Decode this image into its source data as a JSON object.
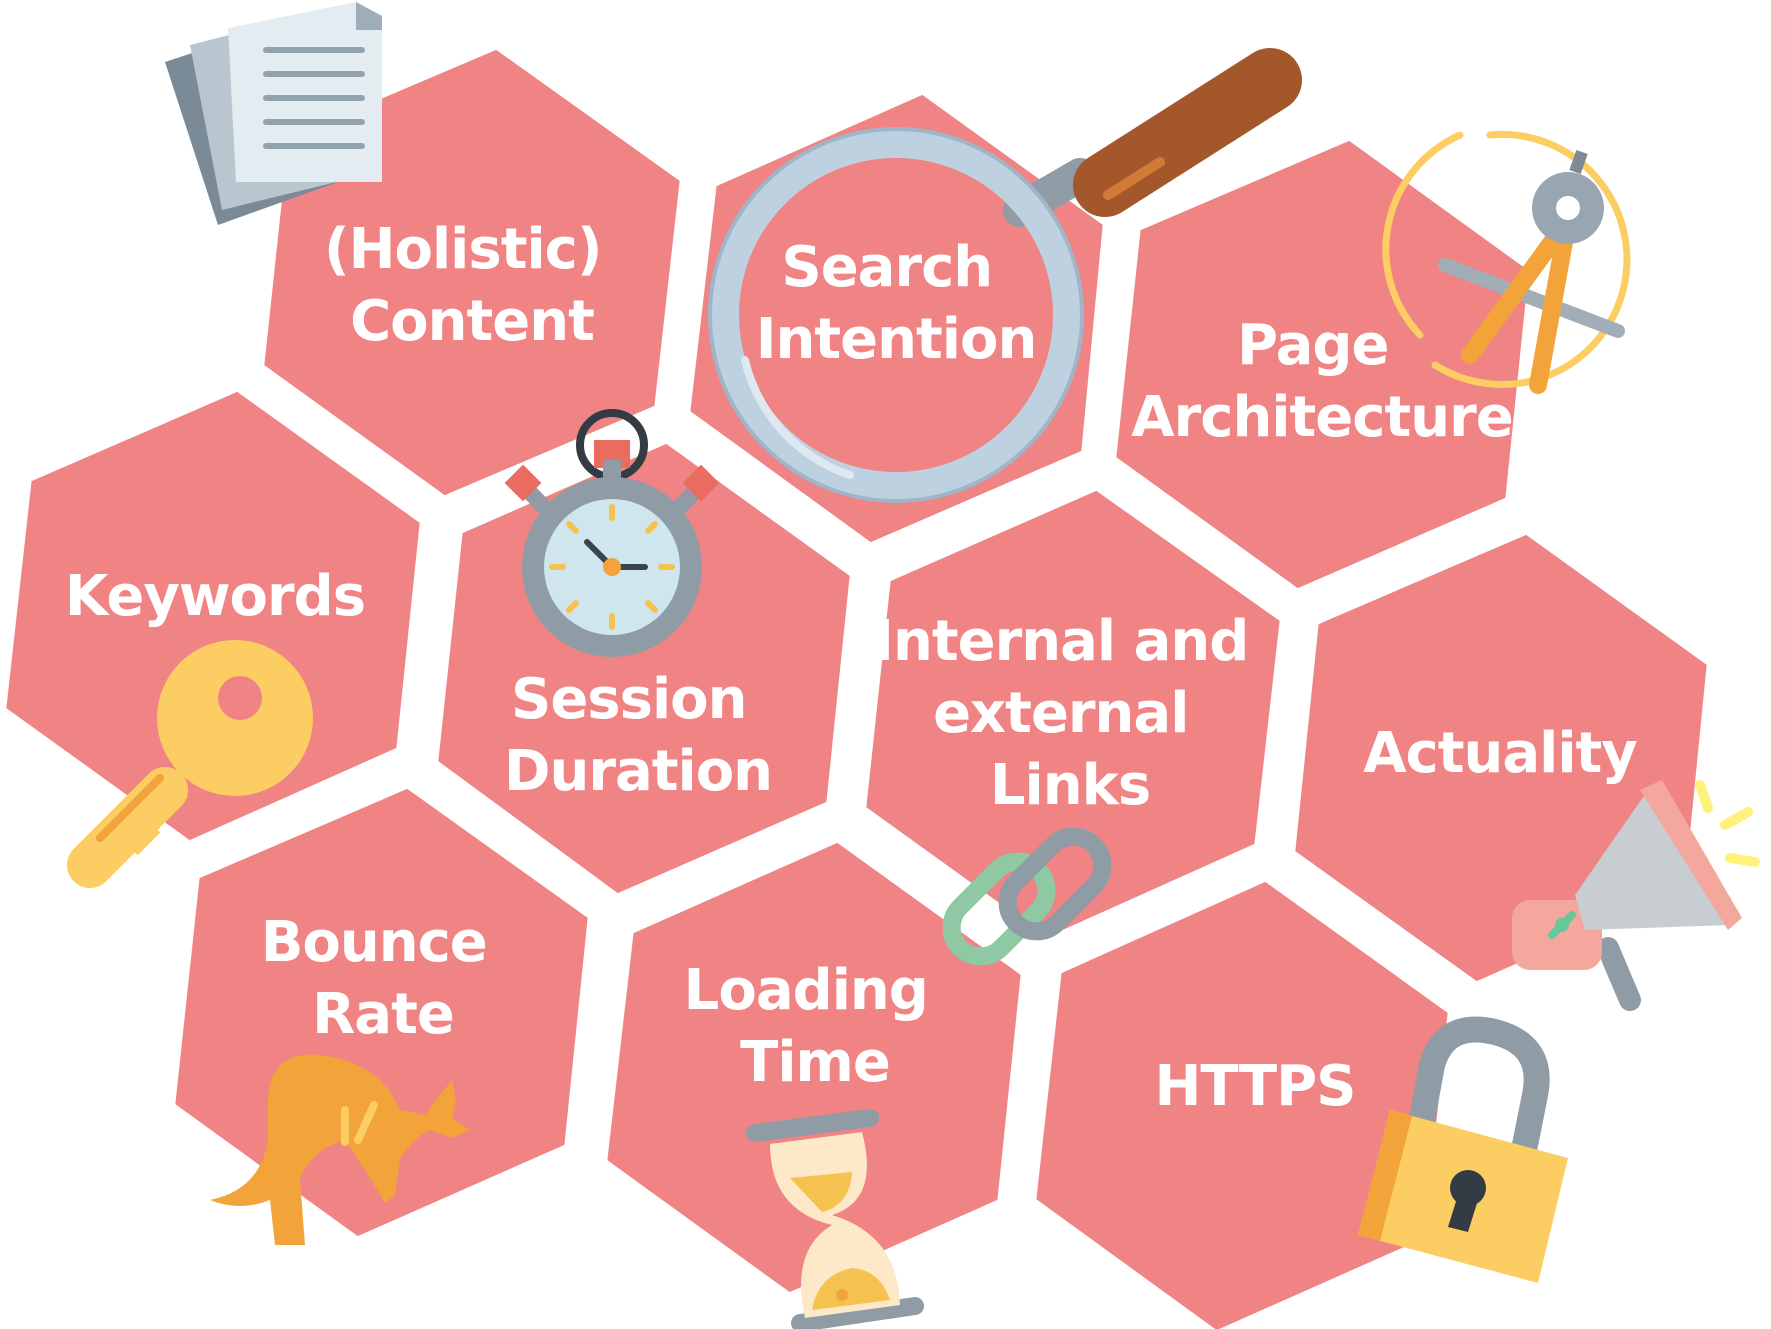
{
  "diagram": {
    "hex_fill": "#f08383",
    "gap_color": "#ffffff",
    "cells": [
      {
        "id": "holistic-content",
        "lines": [
          "(Holistic)",
          "Content"
        ],
        "icon": "documents-icon"
      },
      {
        "id": "search-intention",
        "lines": [
          "Search",
          "Intention"
        ],
        "icon": "magnifier-icon"
      },
      {
        "id": "page-architecture",
        "lines": [
          "Page",
          "Architecture"
        ],
        "icon": "compass-icon"
      },
      {
        "id": "keywords",
        "lines": [
          "Keywords"
        ],
        "icon": "key-icon"
      },
      {
        "id": "session-duration",
        "lines": [
          "Session",
          "Duration"
        ],
        "icon": "stopwatch-icon"
      },
      {
        "id": "internal-external-links",
        "lines": [
          "Internal and",
          "external",
          "Links"
        ],
        "icon": "chain-link-icon"
      },
      {
        "id": "actuality",
        "lines": [
          "Actuality"
        ],
        "icon": "megaphone-icon"
      },
      {
        "id": "bounce-rate",
        "lines": [
          "Bounce",
          "Rate"
        ],
        "icon": "kangaroo-icon"
      },
      {
        "id": "loading-time",
        "lines": [
          "Loading",
          "Time"
        ],
        "icon": "hourglass-icon"
      },
      {
        "id": "https",
        "lines": [
          "HTTPS"
        ],
        "icon": "padlock-icon"
      }
    ]
  }
}
